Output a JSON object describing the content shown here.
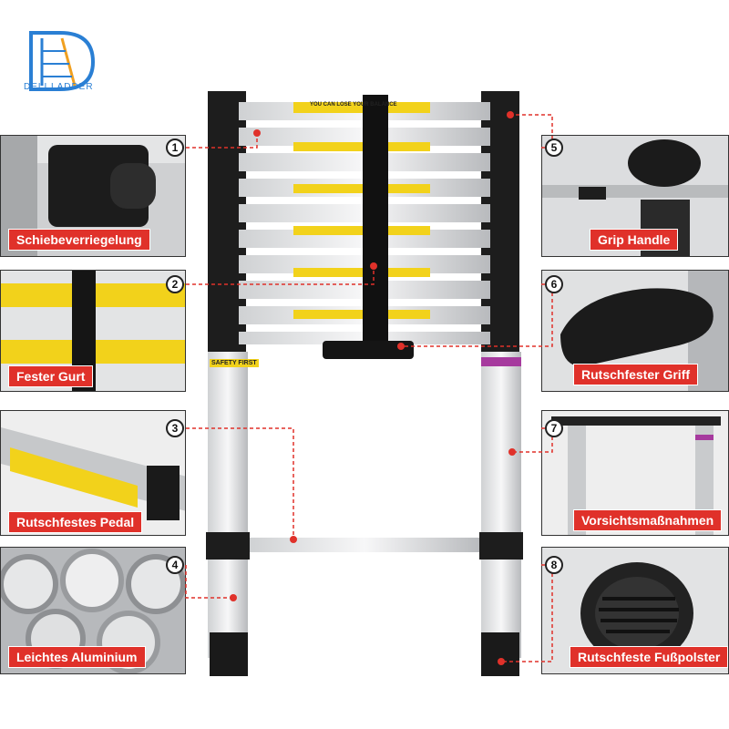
{
  "brand": {
    "name": "DELI LADDER"
  },
  "features": [
    {
      "number": "1",
      "label": "Schiebeverriegelung"
    },
    {
      "number": "2",
      "label": "Fester Gurt"
    },
    {
      "number": "3",
      "label": "Rutschfestes Pedal"
    },
    {
      "number": "4",
      "label": "Leichtes Aluminium"
    },
    {
      "number": "5",
      "label": "Grip Handle"
    },
    {
      "number": "6",
      "label": "Rutschfester Griff"
    },
    {
      "number": "7",
      "label": "Vorsichtsmaßnahmen"
    },
    {
      "number": "8",
      "label": "Rutschfeste Fußpolster"
    }
  ],
  "ladder": {
    "top_sticker": "YOU CAN LOSE YOUR BALANCE",
    "side_sticker": "SAFETY FIRST"
  },
  "colors": {
    "accent": "#e0312a",
    "brand": "#2a7fd4",
    "sticker": "#f2d21b"
  }
}
